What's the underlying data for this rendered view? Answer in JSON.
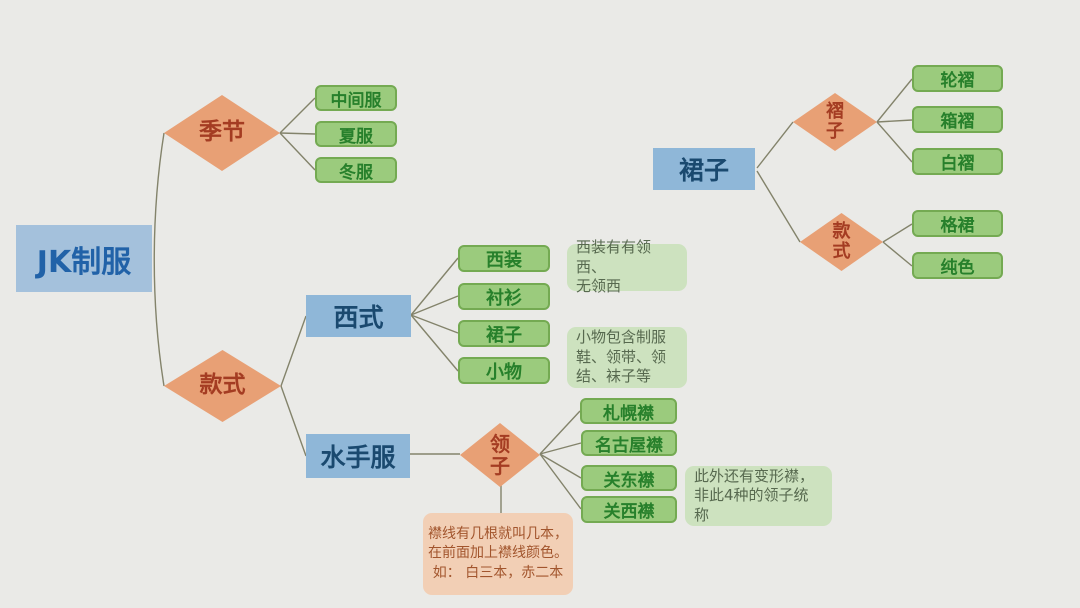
{
  "colors": {
    "background": "#eaeae7",
    "blue_node": "#8fb7d8",
    "root_node": "#a4c1dc",
    "green_node": "#9bcb7d",
    "green_border": "#74aa52",
    "diamond_fill": "#e8a075",
    "note_green": "#cde2bf",
    "note_orange": "#f2cfb5",
    "connector": "#83836b"
  },
  "root": {
    "label": "JK制服"
  },
  "season": {
    "label": "季节",
    "items": [
      "中间服",
      "夏服",
      "冬服"
    ]
  },
  "style": {
    "label": "款式"
  },
  "western": {
    "label": "西式",
    "items": [
      "西装",
      "衬衫",
      "裙子",
      "小物"
    ],
    "note_suit": "西装有有领西、\n无领西",
    "note_accessories": "小物包含制服\n鞋、领带、领\n结、袜子等"
  },
  "sailor": {
    "label": "水手服"
  },
  "collar": {
    "label": "领\n子",
    "items": [
      "札幌襟",
      "名古屋襟",
      "关东襟",
      "关西襟"
    ],
    "note_variant": "此外还有变形襟，\n非此4种的领子统\n称",
    "note_lines": "襟线有几根就叫几本，\n在前面加上襟线颜色。\n如： 白三本，赤二本"
  },
  "skirt": {
    "label": "裙子",
    "pleat": {
      "label": "褶\n子",
      "items": [
        "轮褶",
        "箱褶",
        "白褶"
      ]
    },
    "style": {
      "label": "款\n式",
      "items": [
        "格裙",
        "纯色"
      ]
    }
  }
}
